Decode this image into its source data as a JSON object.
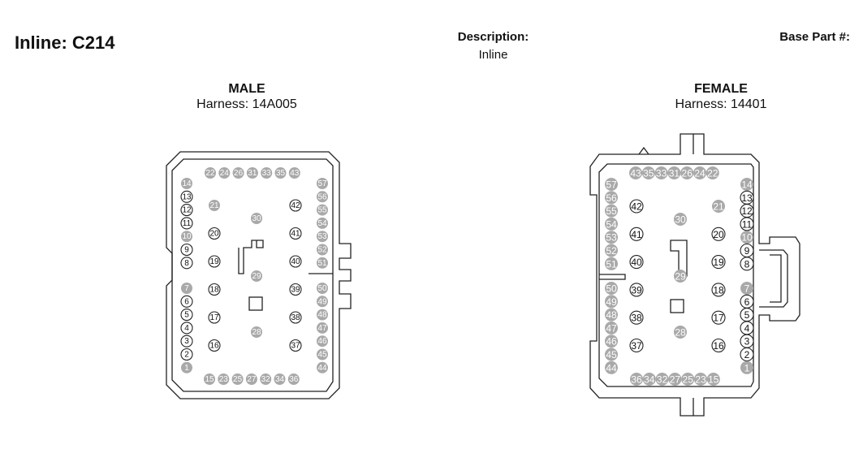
{
  "header": {
    "title": "Inline: C214",
    "description_label": "Description:",
    "description_value": "Inline",
    "base_part_label": "Base Part #:"
  },
  "male": {
    "title": "MALE",
    "harness": "Harness: 14A005",
    "pins": [
      {
        "n": "22",
        "s": "gray"
      },
      {
        "n": "24",
        "s": "gray"
      },
      {
        "n": "26",
        "s": "gray"
      },
      {
        "n": "31",
        "s": "gray"
      },
      {
        "n": "33",
        "s": "gray"
      },
      {
        "n": "35",
        "s": "gray"
      },
      {
        "n": "43",
        "s": "gray"
      },
      {
        "n": "14",
        "s": "gray"
      },
      {
        "n": "13",
        "s": "ring"
      },
      {
        "n": "12",
        "s": "ring"
      },
      {
        "n": "11",
        "s": "ring"
      },
      {
        "n": "10",
        "s": "gray"
      },
      {
        "n": "9",
        "s": "ring"
      },
      {
        "n": "8",
        "s": "ring"
      },
      {
        "n": "7",
        "s": "gray"
      },
      {
        "n": "6",
        "s": "ring"
      },
      {
        "n": "5",
        "s": "ring"
      },
      {
        "n": "4",
        "s": "ring"
      },
      {
        "n": "3",
        "s": "ring"
      },
      {
        "n": "2",
        "s": "ring"
      },
      {
        "n": "1",
        "s": "gray"
      },
      {
        "n": "57",
        "s": "gray"
      },
      {
        "n": "56",
        "s": "gray"
      },
      {
        "n": "55",
        "s": "gray"
      },
      {
        "n": "54",
        "s": "gray"
      },
      {
        "n": "53",
        "s": "gray"
      },
      {
        "n": "52",
        "s": "gray"
      },
      {
        "n": "51",
        "s": "gray"
      },
      {
        "n": "50",
        "s": "gray"
      },
      {
        "n": "49",
        "s": "gray"
      },
      {
        "n": "48",
        "s": "gray"
      },
      {
        "n": "47",
        "s": "gray"
      },
      {
        "n": "46",
        "s": "gray"
      },
      {
        "n": "45",
        "s": "gray"
      },
      {
        "n": "44",
        "s": "gray"
      },
      {
        "n": "15",
        "s": "gray"
      },
      {
        "n": "23",
        "s": "gray"
      },
      {
        "n": "25",
        "s": "gray"
      },
      {
        "n": "27",
        "s": "gray"
      },
      {
        "n": "32",
        "s": "gray"
      },
      {
        "n": "34",
        "s": "gray"
      },
      {
        "n": "36",
        "s": "gray"
      },
      {
        "n": "21",
        "s": "gray"
      },
      {
        "n": "20",
        "s": "ring"
      },
      {
        "n": "19",
        "s": "ring"
      },
      {
        "n": "18",
        "s": "ring"
      },
      {
        "n": "17",
        "s": "ring"
      },
      {
        "n": "16",
        "s": "ring"
      },
      {
        "n": "42",
        "s": "ring"
      },
      {
        "n": "41",
        "s": "ring"
      },
      {
        "n": "40",
        "s": "ring"
      },
      {
        "n": "39",
        "s": "ring"
      },
      {
        "n": "38",
        "s": "ring"
      },
      {
        "n": "37",
        "s": "ring"
      },
      {
        "n": "30",
        "s": "gray"
      },
      {
        "n": "29",
        "s": "gray"
      },
      {
        "n": "28",
        "s": "gray"
      }
    ]
  },
  "female": {
    "title": "FEMALE",
    "harness": "Harness: 14401",
    "pins": [
      {
        "n": "43",
        "s": "gray"
      },
      {
        "n": "35",
        "s": "gray"
      },
      {
        "n": "33",
        "s": "gray"
      },
      {
        "n": "31",
        "s": "gray"
      },
      {
        "n": "26",
        "s": "gray"
      },
      {
        "n": "24",
        "s": "gray"
      },
      {
        "n": "22",
        "s": "gray"
      },
      {
        "n": "57",
        "s": "gray"
      },
      {
        "n": "56",
        "s": "gray"
      },
      {
        "n": "55",
        "s": "gray"
      },
      {
        "n": "54",
        "s": "gray"
      },
      {
        "n": "53",
        "s": "gray"
      },
      {
        "n": "52",
        "s": "gray"
      },
      {
        "n": "51",
        "s": "gray"
      },
      {
        "n": "50",
        "s": "gray"
      },
      {
        "n": "49",
        "s": "gray"
      },
      {
        "n": "48",
        "s": "gray"
      },
      {
        "n": "47",
        "s": "gray"
      },
      {
        "n": "46",
        "s": "gray"
      },
      {
        "n": "45",
        "s": "gray"
      },
      {
        "n": "44",
        "s": "gray"
      },
      {
        "n": "14",
        "s": "gray"
      },
      {
        "n": "13",
        "s": "ring"
      },
      {
        "n": "12",
        "s": "ring"
      },
      {
        "n": "11",
        "s": "ring"
      },
      {
        "n": "10",
        "s": "gray"
      },
      {
        "n": "9",
        "s": "ring"
      },
      {
        "n": "8",
        "s": "ring"
      },
      {
        "n": "7",
        "s": "gray"
      },
      {
        "n": "6",
        "s": "ring"
      },
      {
        "n": "5",
        "s": "ring"
      },
      {
        "n": "4",
        "s": "ring"
      },
      {
        "n": "3",
        "s": "ring"
      },
      {
        "n": "2",
        "s": "ring"
      },
      {
        "n": "1",
        "s": "gray"
      },
      {
        "n": "36",
        "s": "gray"
      },
      {
        "n": "34",
        "s": "gray"
      },
      {
        "n": "32",
        "s": "gray"
      },
      {
        "n": "27",
        "s": "gray"
      },
      {
        "n": "25",
        "s": "gray"
      },
      {
        "n": "23",
        "s": "gray"
      },
      {
        "n": "15",
        "s": "gray"
      },
      {
        "n": "42",
        "s": "ring"
      },
      {
        "n": "41",
        "s": "ring"
      },
      {
        "n": "40",
        "s": "ring"
      },
      {
        "n": "39",
        "s": "ring"
      },
      {
        "n": "38",
        "s": "ring"
      },
      {
        "n": "37",
        "s": "ring"
      },
      {
        "n": "21",
        "s": "gray"
      },
      {
        "n": "20",
        "s": "ring"
      },
      {
        "n": "19",
        "s": "ring"
      },
      {
        "n": "18",
        "s": "ring"
      },
      {
        "n": "17",
        "s": "ring"
      },
      {
        "n": "16",
        "s": "ring"
      },
      {
        "n": "30",
        "s": "gray"
      },
      {
        "n": "29",
        "s": "gray"
      },
      {
        "n": "28",
        "s": "gray"
      }
    ]
  },
  "colors": {
    "pin_gray": "#a9a9a9",
    "line": "#222222"
  }
}
